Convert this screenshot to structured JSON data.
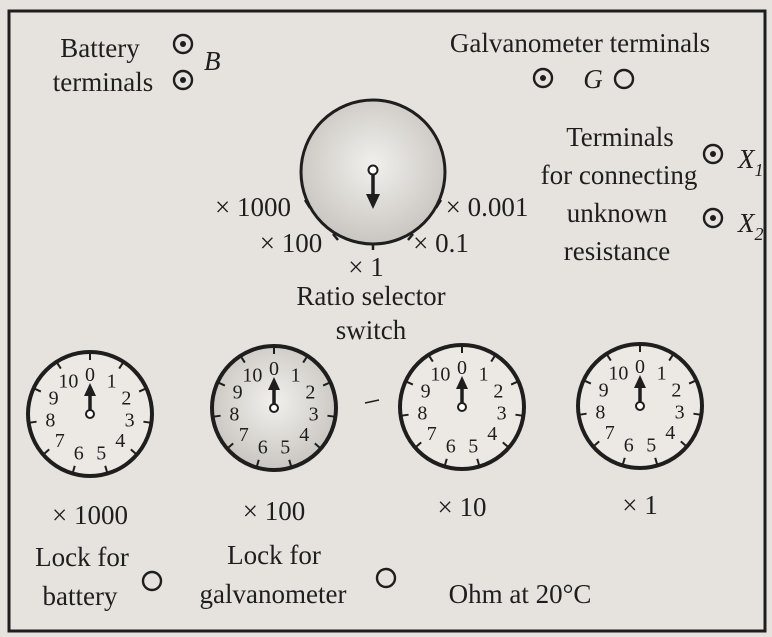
{
  "battery": {
    "line1": "Battery",
    "line2": "terminals",
    "terminal_label": "B"
  },
  "galvanometer": {
    "title": "Galvanometer terminals",
    "terminal_label": "G"
  },
  "unknown": {
    "line1": "Terminals",
    "line2": "for connecting",
    "line3": "unknown",
    "line4": "resistance",
    "x1": "X",
    "x1_sub": "1",
    "x2": "X",
    "x2_sub": "2"
  },
  "ratio_selector": {
    "pos_1000": "× 1000",
    "pos_100": "× 100",
    "pos_1": "× 1",
    "pos_01": "× 0.1",
    "pos_0001": "× 0.001",
    "line1": "Ratio selector",
    "line2": "switch"
  },
  "dials": [
    {
      "multiplier": "× 1000",
      "shaded": false
    },
    {
      "multiplier": "× 100",
      "shaded": true
    },
    {
      "multiplier": "× 10",
      "shaded": false
    },
    {
      "multiplier": "× 1",
      "shaded": false
    }
  ],
  "dial_numbers": [
    "0",
    "1",
    "2",
    "3",
    "4",
    "5",
    "6",
    "7",
    "8",
    "9",
    "10"
  ],
  "locks": {
    "battery_line1": "Lock for",
    "battery_line2": "battery",
    "galv_line1": "Lock for",
    "galv_line2": "galvanometer"
  },
  "footer": {
    "ohm_label": "Ohm at 20°C"
  },
  "colors": {
    "ink": "#1e1e1e",
    "paper": "#e6e3de",
    "dial_fill": "#ece9e4",
    "shaded_fill": "#d2cfca"
  }
}
